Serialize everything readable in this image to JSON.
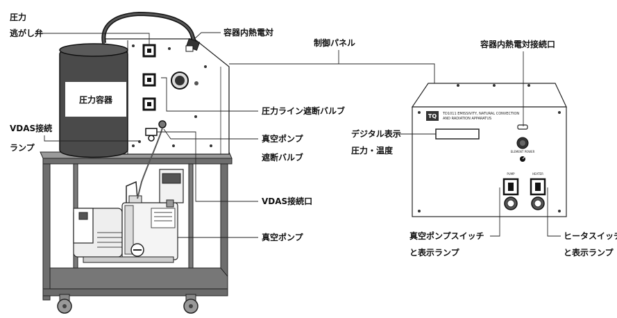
{
  "labels": {
    "pressure_relief_valve_line1": "圧力",
    "pressure_relief_valve_line2": "逃がし弁",
    "vessel_thermocouple": "容器内熱電対",
    "control_panel": "制御パネル",
    "vessel_thermocouple_connector": "容器内熱電対接続口",
    "pressure_vessel": "圧力容器",
    "pressure_line_shutoff_valve": "圧力ライン遮断バルブ",
    "vdas_lamp_line1": "VDAS接続",
    "vdas_lamp_line2": "ランプ",
    "vacuum_pump_valve_line1": "真空ポンプ",
    "vacuum_pump_valve_line2": "遮断バルブ",
    "digital_display_line1": "デジタル表示",
    "digital_display_line2": "圧力・温度",
    "vdas_connector": "VDAS接続口",
    "vacuum_pump": "真空ポンプ",
    "vacuum_pump_switch_line1": "真空ポンプスイッチ",
    "vacuum_pump_switch_line2": "と表示ランプ",
    "heater_switch_line1": "ヒータスイッチ",
    "heater_switch_line2": "と表示ランプ"
  },
  "panel_text": {
    "model_line1": "TD1011 EMISSIVITY, NATURAL CONVECTION",
    "model_line2": "AND RADIATION APPARATUS",
    "logo": "TQ",
    "element_power": "ELEMENT POWER",
    "pump": "PUMP",
    "heater": "HEATER"
  },
  "colors": {
    "vessel_fill": "#4a4a4a",
    "frame_fill": "#6e6e6e",
    "shelf_fill": "#777777",
    "line": "#222222"
  }
}
